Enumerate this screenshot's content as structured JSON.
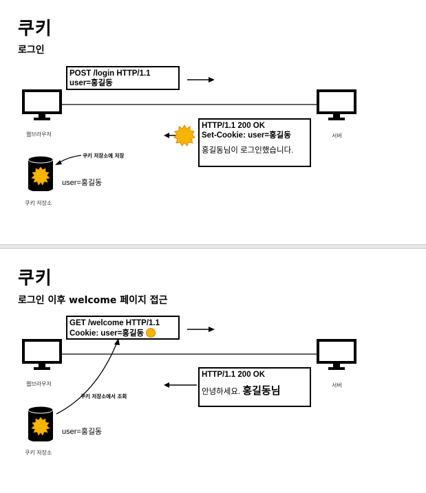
{
  "slide1": {
    "title": "쿠키",
    "subtitle": "로그인",
    "request": {
      "line1": "POST /login HTTP/1.1",
      "line2": "user=홍길동"
    },
    "response": {
      "line1": "HTTP/1.1 200 OK",
      "line2": "Set-Cookie: user=홍길동",
      "line3": "홍길동님이 로그인했습니다."
    },
    "client_label": "웹브라우저",
    "server_label": "서버",
    "store_label": "쿠키 저장소",
    "store_action": "쿠키 저장소에 저장",
    "store_content": "user=홍길동"
  },
  "slide2": {
    "title": "쿠키",
    "subtitle": "로그인 이후 welcome 페이지 접근",
    "request": {
      "line1": "GET /welcome HTTP/1.1",
      "line2": "Cookie: user=홍길동"
    },
    "response": {
      "line1": "HTTP/1.1 200 OK",
      "line2_prefix": "안녕하세요.",
      "line2_name": "홍길동님"
    },
    "client_label": "웹브라우저",
    "server_label": "서버",
    "store_label": "쿠키 저장소",
    "store_action": "쿠키 저장소에서 조회",
    "store_content": "user=홍길동"
  },
  "colors": {
    "cookie": "#f7b500",
    "cookie_dark": "#e08a00",
    "line": "#000000"
  }
}
